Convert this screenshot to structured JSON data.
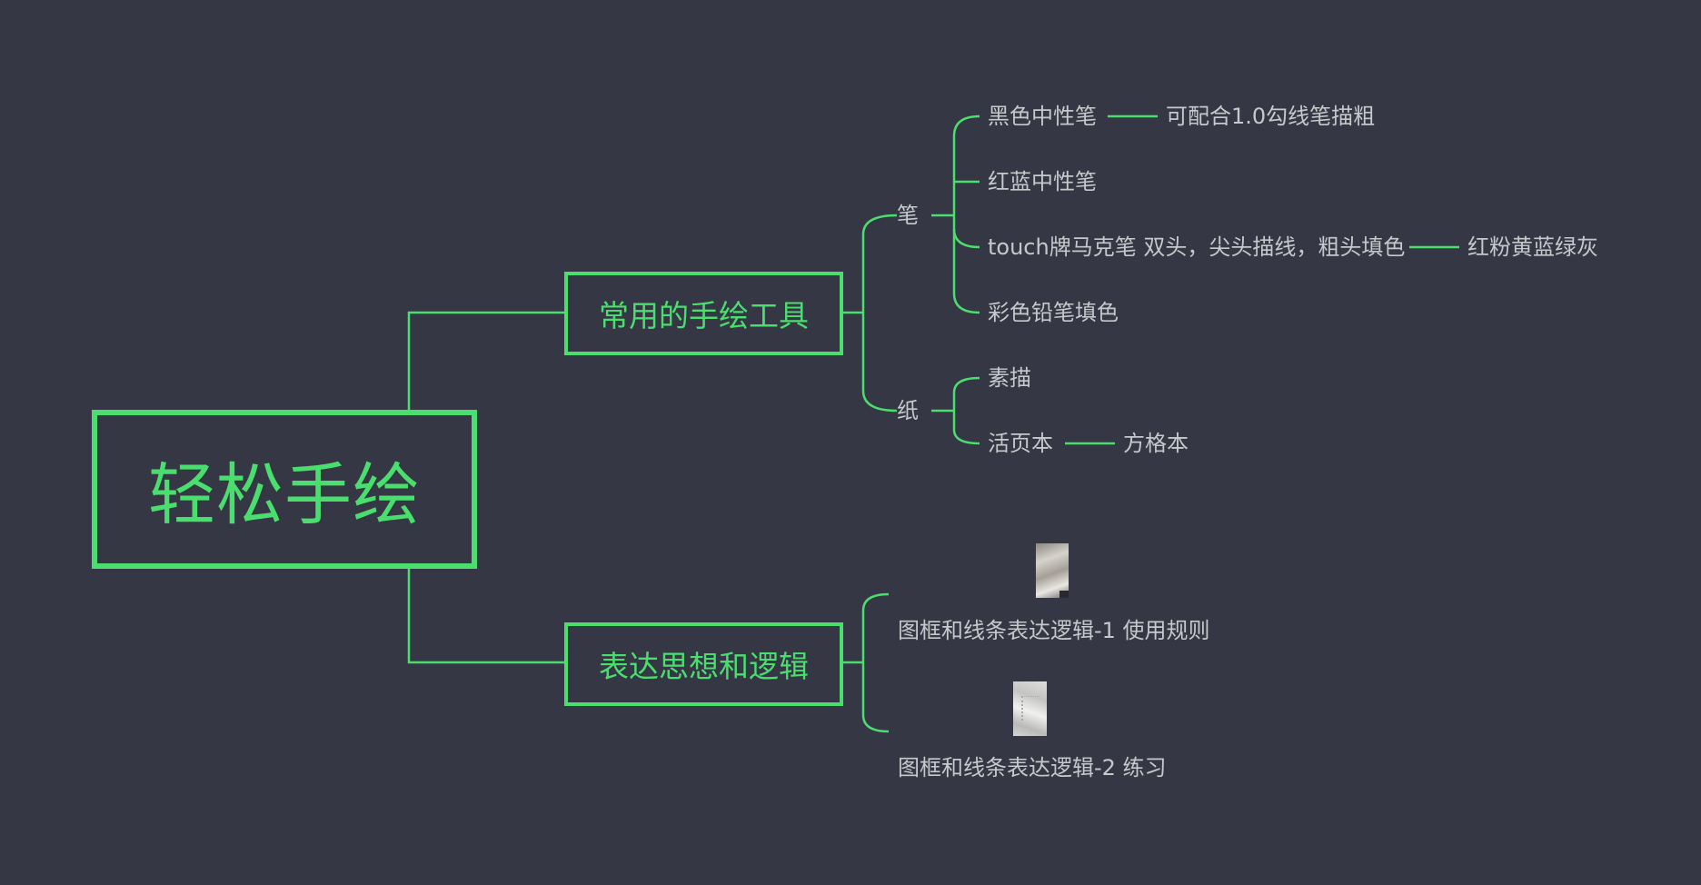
{
  "colors": {
    "background": "#353744",
    "accent": "#4ade6e",
    "text": "#c6c8cc"
  },
  "mindmap": {
    "root": {
      "label": "轻松手绘"
    },
    "branches": [
      {
        "label": "常用的手绘工具",
        "children": [
          {
            "label": "笔",
            "children": [
              {
                "label": "黑色中性笔",
                "note": "可配合1.0勾线笔描粗"
              },
              {
                "label": "红蓝中性笔"
              },
              {
                "label": "touch牌马克笔 双头，尖头描线，粗头填色",
                "note": "红粉黄蓝绿灰"
              },
              {
                "label": "彩色铅笔填色"
              }
            ]
          },
          {
            "label": "纸",
            "children": [
              {
                "label": "素描"
              },
              {
                "label": "活页本",
                "note": "方格本"
              }
            ]
          }
        ]
      },
      {
        "label": "表达思想和逻辑",
        "children": [
          {
            "label": "图框和线条表达逻辑-1 使用规则",
            "image": "photo-thumbnail"
          },
          {
            "label": "图框和线条表达逻辑-2 练习",
            "image": "photo-thumbnail"
          }
        ]
      }
    ]
  }
}
